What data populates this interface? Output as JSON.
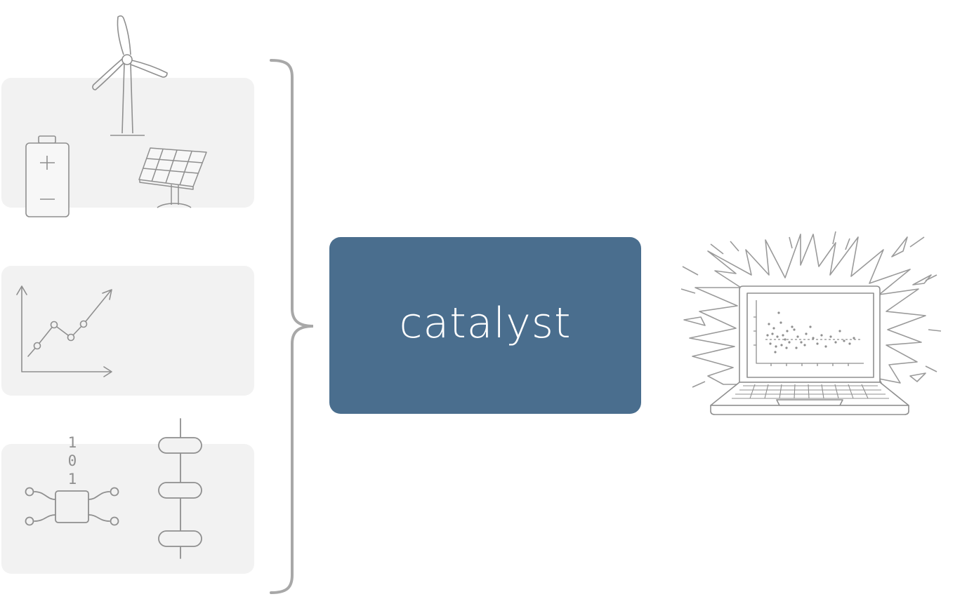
{
  "colors": {
    "panel_bg": "#f2f2f2",
    "catalyst_fill": "#4a6e8e",
    "catalyst_text": "#ffffff",
    "line_art": "#8f8f8f",
    "bracket": "#a8a8a8"
  },
  "panels": [
    {
      "icons": [
        "wind-turbine-icon",
        "battery-icon",
        "solar-panel-icon"
      ]
    },
    {
      "icons": [
        "trend-chart-icon"
      ]
    },
    {
      "icons": [
        "chip-circuit-icon",
        "binary-icon",
        "network-stack-icon"
      ]
    }
  ],
  "binary_digits": [
    "1",
    "0",
    "1"
  ],
  "catalyst": {
    "label": "catalyst"
  },
  "output": {
    "icons": [
      "laptop-scatterplot-icon",
      "burst-icon"
    ]
  }
}
